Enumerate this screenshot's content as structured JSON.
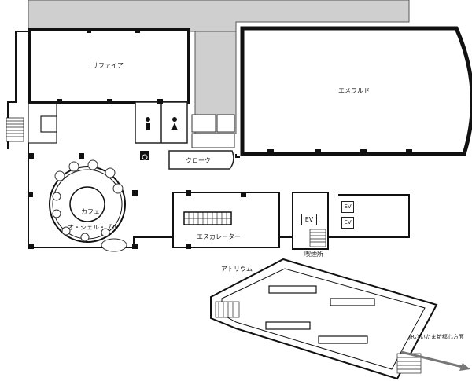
{
  "floor_plan": {
    "rooms": {
      "sapphire": "サファイア",
      "emerald": "エメラルド",
      "cloak": "クローク",
      "cafe": "カフェ",
      "cafe_name": "オ・シェル・ブル",
      "escalator": "エスカレーター",
      "atrium": "アトリウム",
      "smoking": "喫煙所"
    },
    "elevators": {
      "ev_a": "EV",
      "ev_b": "EV",
      "ev_c": "EV"
    },
    "directions": {
      "jr_station": "JRさいたま新都心方面"
    },
    "colors": {
      "wall": "#111111",
      "corridor_fill": "#cfcfcf",
      "floor": "#ffffff"
    },
    "icons": {
      "restroom_men": "man-icon",
      "restroom_women": "woman-icon",
      "accessible": "wheelchair-icon",
      "direction": "arrow-right-icon"
    }
  }
}
